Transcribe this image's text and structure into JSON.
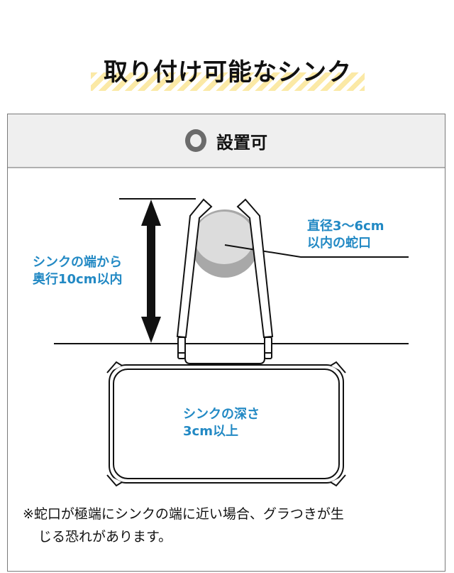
{
  "title": "取り付け可能なシンク",
  "panel": {
    "status_icon": "circle-ok-icon",
    "status_label": "設置可"
  },
  "diagram": {
    "depth_label_line1": "シンクの端から",
    "depth_label_line2": "奥行10cm以内",
    "faucet_label_line1": "直径3〜6cm",
    "faucet_label_line2": "以内の蛇口",
    "sink_label_line1": "シンクの深さ",
    "sink_label_line2": "3cm以上"
  },
  "note": {
    "line1": "※蛇口が極端にシンクの端に近い場合、グラつきが生",
    "line2": "じる恐れがあります。"
  },
  "colors": {
    "accent_blue": "#2289c4",
    "stripe_yellow": "#fbe9a6",
    "header_bg": "#efefef",
    "faucet_gray": "#d9d9d9"
  }
}
